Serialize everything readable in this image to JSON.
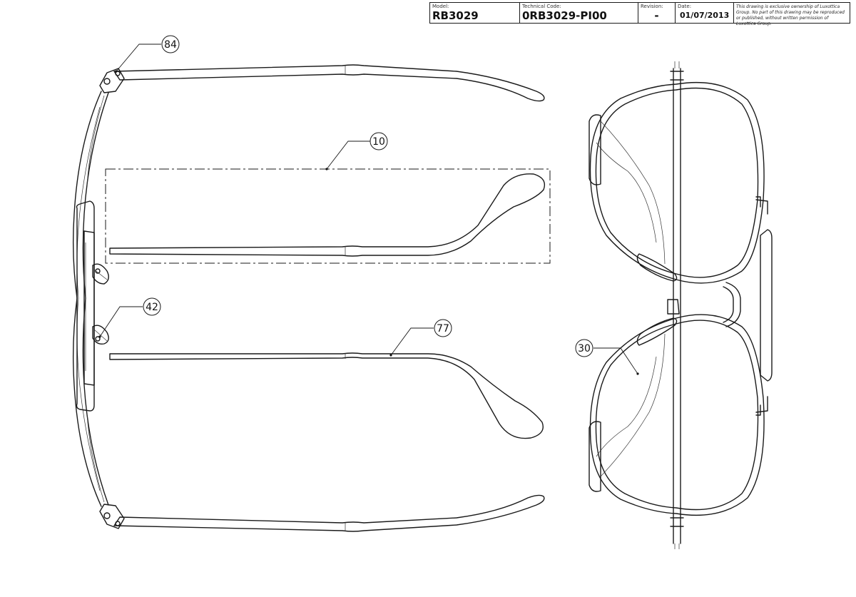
{
  "title_block": {
    "model_label": "Model:",
    "model_value": "RB3029",
    "technical_code_label": "Technical Code:",
    "technical_code_value": "0RB3029-PI00",
    "revision_label": "Revision:",
    "revision_value": "-",
    "date_label": "Date:",
    "date_value": "01/07/2013",
    "ownership_note": "This drawing is exclusive ownership of Luxottica Group. No part of this drawing may be reproduced or published, without written permission of Luxottica Group."
  },
  "callouts": {
    "c84": "84",
    "c10": "10",
    "c42": "42",
    "c77": "77",
    "c30": "30"
  }
}
